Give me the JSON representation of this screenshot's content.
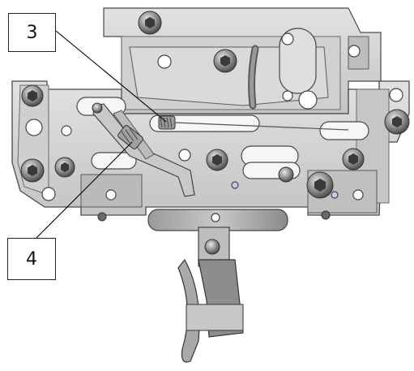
{
  "figure": {
    "description_labels": [
      {
        "id": "3",
        "label": "3"
      },
      {
        "id": "4",
        "label": "4"
      }
    ]
  },
  "colors": {
    "housing_light": "#d6d6d6",
    "housing_mid": "#b9b9b9",
    "housing_dark": "#8a8a8a",
    "outline": "#4a4a4a",
    "leader_line": "#000000"
  }
}
